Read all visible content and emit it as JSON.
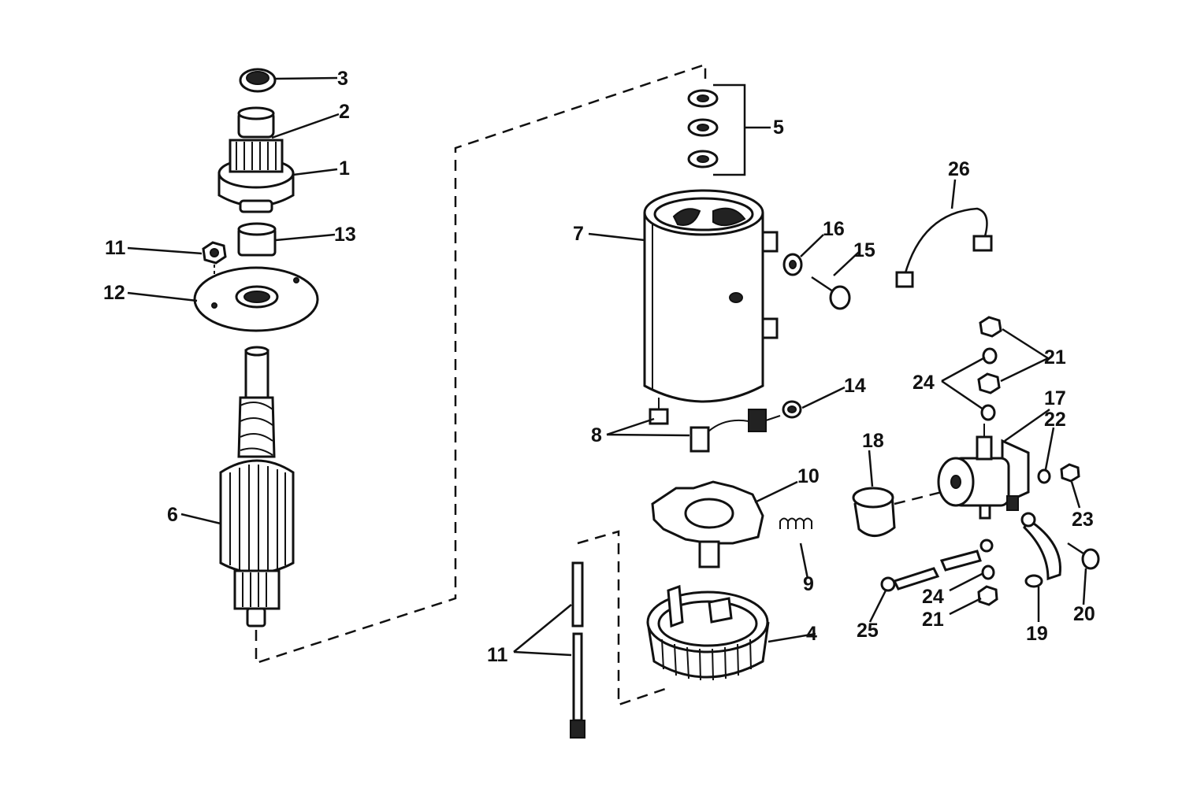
{
  "callouts": {
    "c1": "1",
    "c2": "2",
    "c3": "3",
    "c4": "4",
    "c5": "5",
    "c6": "6",
    "c7": "7",
    "c8": "8",
    "c9": "9",
    "c10": "10",
    "c11_top": "11",
    "c11_bottom": "11",
    "c12": "12",
    "c13": "13",
    "c14": "14",
    "c15": "15",
    "c16": "16",
    "c17": "17",
    "c18": "18",
    "c19": "19",
    "c20": "20",
    "c21_top": "21",
    "c21_bottom": "21",
    "c22": "22",
    "c23": "23",
    "c24_top": "24",
    "c24_bottom": "24",
    "c25": "25",
    "c26": "26"
  },
  "icons": {
    "colors": {
      "ink": "#111111",
      "paper": "#ffffff"
    }
  }
}
